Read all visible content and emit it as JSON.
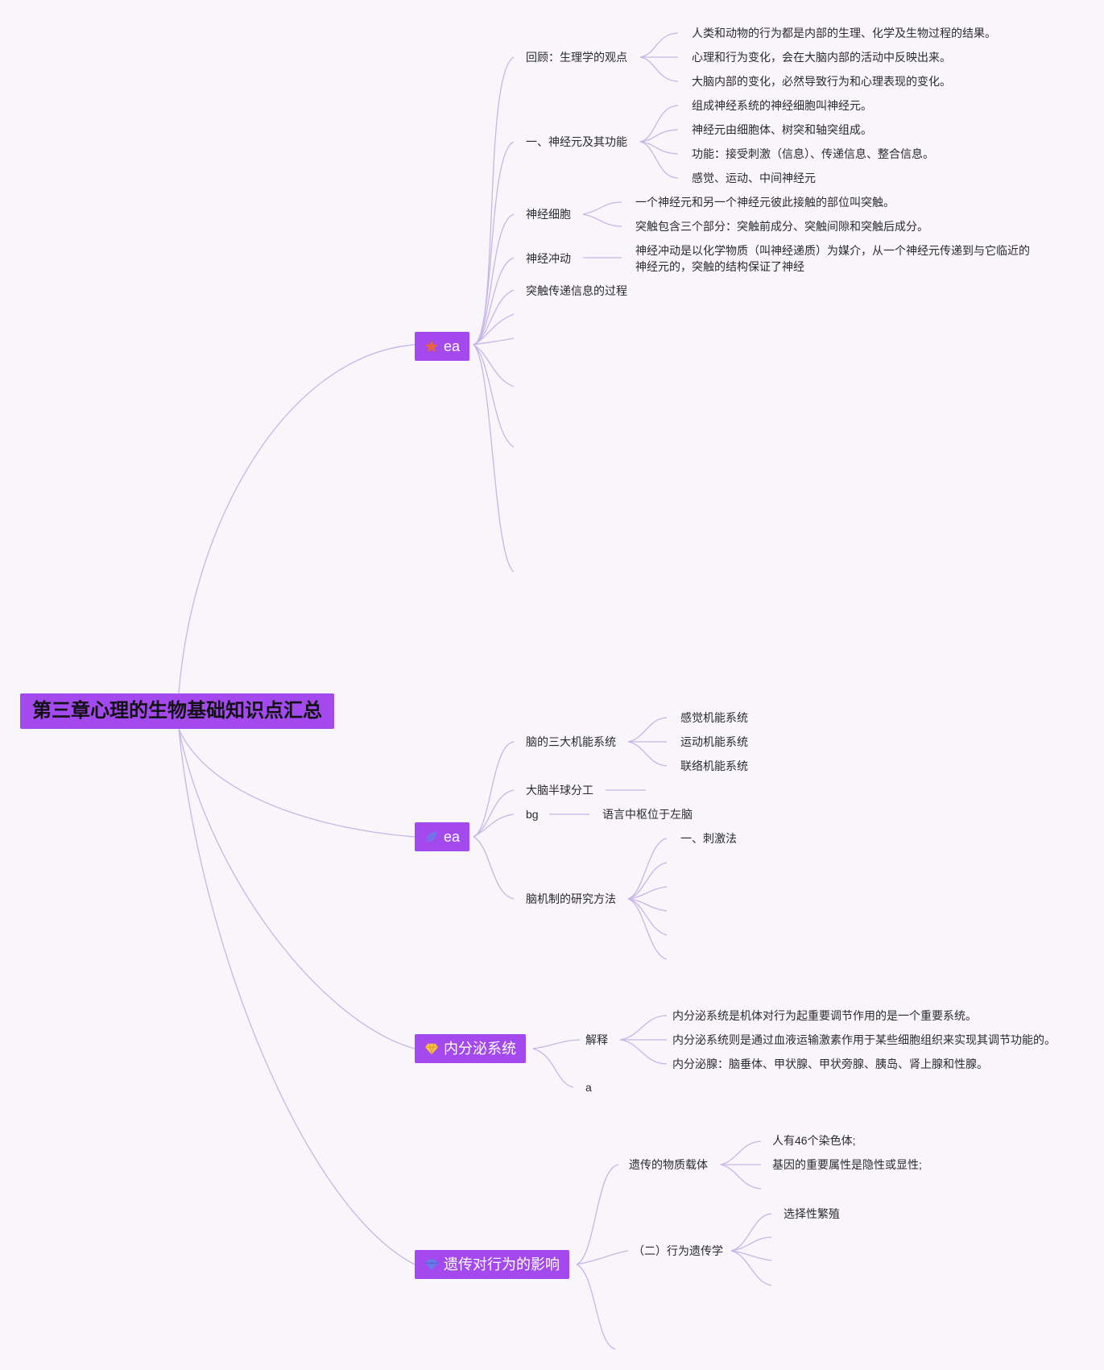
{
  "colors": {
    "background": "#f8f5fb",
    "node": "#a349ee",
    "line": "#c8b6e6"
  },
  "root": {
    "label": "第三章心理的生物基础知识点汇总"
  },
  "branch1": {
    "label": "ea",
    "icon": "star-icon",
    "items": {
      "review": {
        "label": "回顾：生理学的观点",
        "children": [
          "人类和动物的行为都是内部的生理、化学及生物过程的结果。",
          "心理和行为变化，会在大脑内部的活动中反映出来。",
          "大脑内部的变化，必然导致行为和心理表现的变化。"
        ]
      },
      "neuron": {
        "label": "一、神经元及其功能",
        "children": [
          "组成神经系统的神经细胞叫神经元。",
          "神经元由细胞体、树突和轴突组成。",
          "功能：接受刺激（信息）、传递信息、整合信息。",
          "感觉、运动、中间神经元"
        ]
      },
      "nerve_cell": {
        "label": "神经细胞",
        "children": [
          "一个神经元和另一个神经元彼此接触的部位叫突触。",
          "突触包含三个部分：突触前成分、突触间隙和突触后成分。"
        ]
      },
      "impulse": {
        "label": "神经冲动",
        "child": "神经冲动是以化学物质（叫神经递质）为媒介，从一个神经元传递到与它临近的神经元的，突触的结构保证了神经"
      },
      "synapse_process": {
        "label": "突触传递信息的过程"
      }
    }
  },
  "branch2": {
    "label": "ea",
    "icon": "leaf-icon",
    "items": {
      "systems": {
        "label": "脑的三大机能系统",
        "children": [
          "感觉机能系统",
          "运动机能系统",
          "联络机能系统"
        ]
      },
      "hemisphere": {
        "label": "大脑半球分工"
      },
      "bg": {
        "label": "bg",
        "child": "语言中枢位于左脑"
      },
      "methods": {
        "label": "脑机制的研究方法",
        "children": [
          "一、刺激法"
        ]
      }
    }
  },
  "branch3": {
    "label": "内分泌系统",
    "icon": "diamond-icon",
    "items": {
      "explain": {
        "label": "解释",
        "children": [
          "内分泌系统是机体对行为起重要调节作用的是一个重要系统。",
          "内分泌系统则是通过血液运输激素作用于某些细胞组织来实现其调节功能的。",
          "内分泌腺：脑垂体、甲状腺、甲状旁腺、胰岛、肾上腺和性腺。"
        ]
      },
      "a": {
        "label": "a"
      }
    }
  },
  "branch4": {
    "label": "遗传对行为的影响",
    "icon": "gem-icon",
    "items": {
      "carrier": {
        "label": "遗传的物质载体",
        "children": [
          "人有46个染色体;",
          "基因的重要属性是隐性或显性;"
        ]
      },
      "behavior_genetics": {
        "label": "（二）行为遗传学",
        "children": [
          "选择性繁殖"
        ]
      }
    }
  }
}
